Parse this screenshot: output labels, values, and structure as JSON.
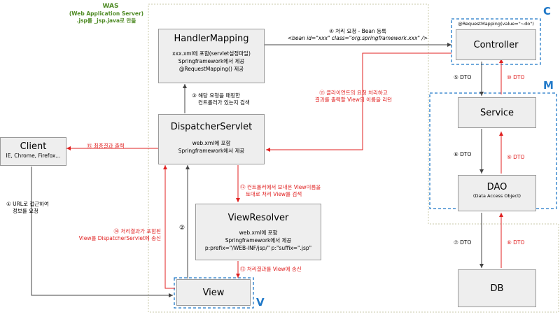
{
  "was": {
    "title": "WAS",
    "subtitle": "(Web Application Server)",
    "note": ".jsp를 _jsp.java로 만듦"
  },
  "boxes": {
    "handler_mapping": {
      "title": "HandlerMapping",
      "lines": [
        "xxx.xml에 포함(servlet설정파일)",
        "Springframework에서 제공",
        "@RequestMapping() 제공"
      ]
    },
    "dispatcher_servlet": {
      "title": "DispatcherServlet",
      "lines": [
        "web.xml에 포함",
        "Springframework에서 제공"
      ]
    },
    "view_resolver": {
      "title": "ViewResolver",
      "lines": [
        "web.xml에 포함",
        "Springframework에서 제공",
        "p:prefix=\"/WEB-INF/jsp/\" p:\"suffix=\".jsp\""
      ]
    },
    "view": {
      "title": "View"
    },
    "client": {
      "title": "Client",
      "lines": [
        "IE, Chrome, Firefox..."
      ]
    },
    "controller": {
      "title": "Controller",
      "annotation": "@RequestMapping(value=\"~do\")"
    },
    "service": {
      "title": "Service"
    },
    "dao": {
      "title": "DAO",
      "lines": [
        "(Data Access Object)"
      ]
    },
    "db": {
      "title": "DB"
    }
  },
  "groups": {
    "c": "C",
    "m": "M",
    "v": "V"
  },
  "labels": {
    "step1": [
      "① URL로 접근하여",
      "정보를 요청"
    ],
    "step2": "②",
    "step3": [
      "③ 해당 요청을 매핑한",
      "컨트롤러가 있는지 검색"
    ],
    "step4": [
      "④ 처리 요청 - Bean 등록",
      "<bean id=\"xxx\" class=\"org.springframework.xxx\" />"
    ],
    "step5": "⑤ DTO",
    "step6": "⑥ DTO",
    "step7": "⑦ DTO",
    "step8": "⑧ DTO",
    "step9": "⑨ DTO",
    "step10": "⑩ DTO",
    "step11": [
      "⑪ 클라이언트의 요청 처리하고",
      "결과를 출력할 View의 이름을 리턴"
    ],
    "step12": [
      "⑫ 컨트롤러에서 보내온 View이름을",
      "토대로 처리 View를 검색"
    ],
    "step13": "⑬ 처리결과를 View에 송신",
    "step14": [
      "⑭ 처리결과가 포함된",
      "View를 DispatcherServlet에 송신"
    ],
    "step15": "⑮ 최종결과 출력"
  },
  "colors": {
    "box": "#eeeeee",
    "box_border": "#9a9a9a",
    "arrow": "#444444",
    "red": "#e02020",
    "group_blue": "#1f78c8",
    "was_border": "#c9c9a8",
    "was_text": "#4e8a24"
  }
}
